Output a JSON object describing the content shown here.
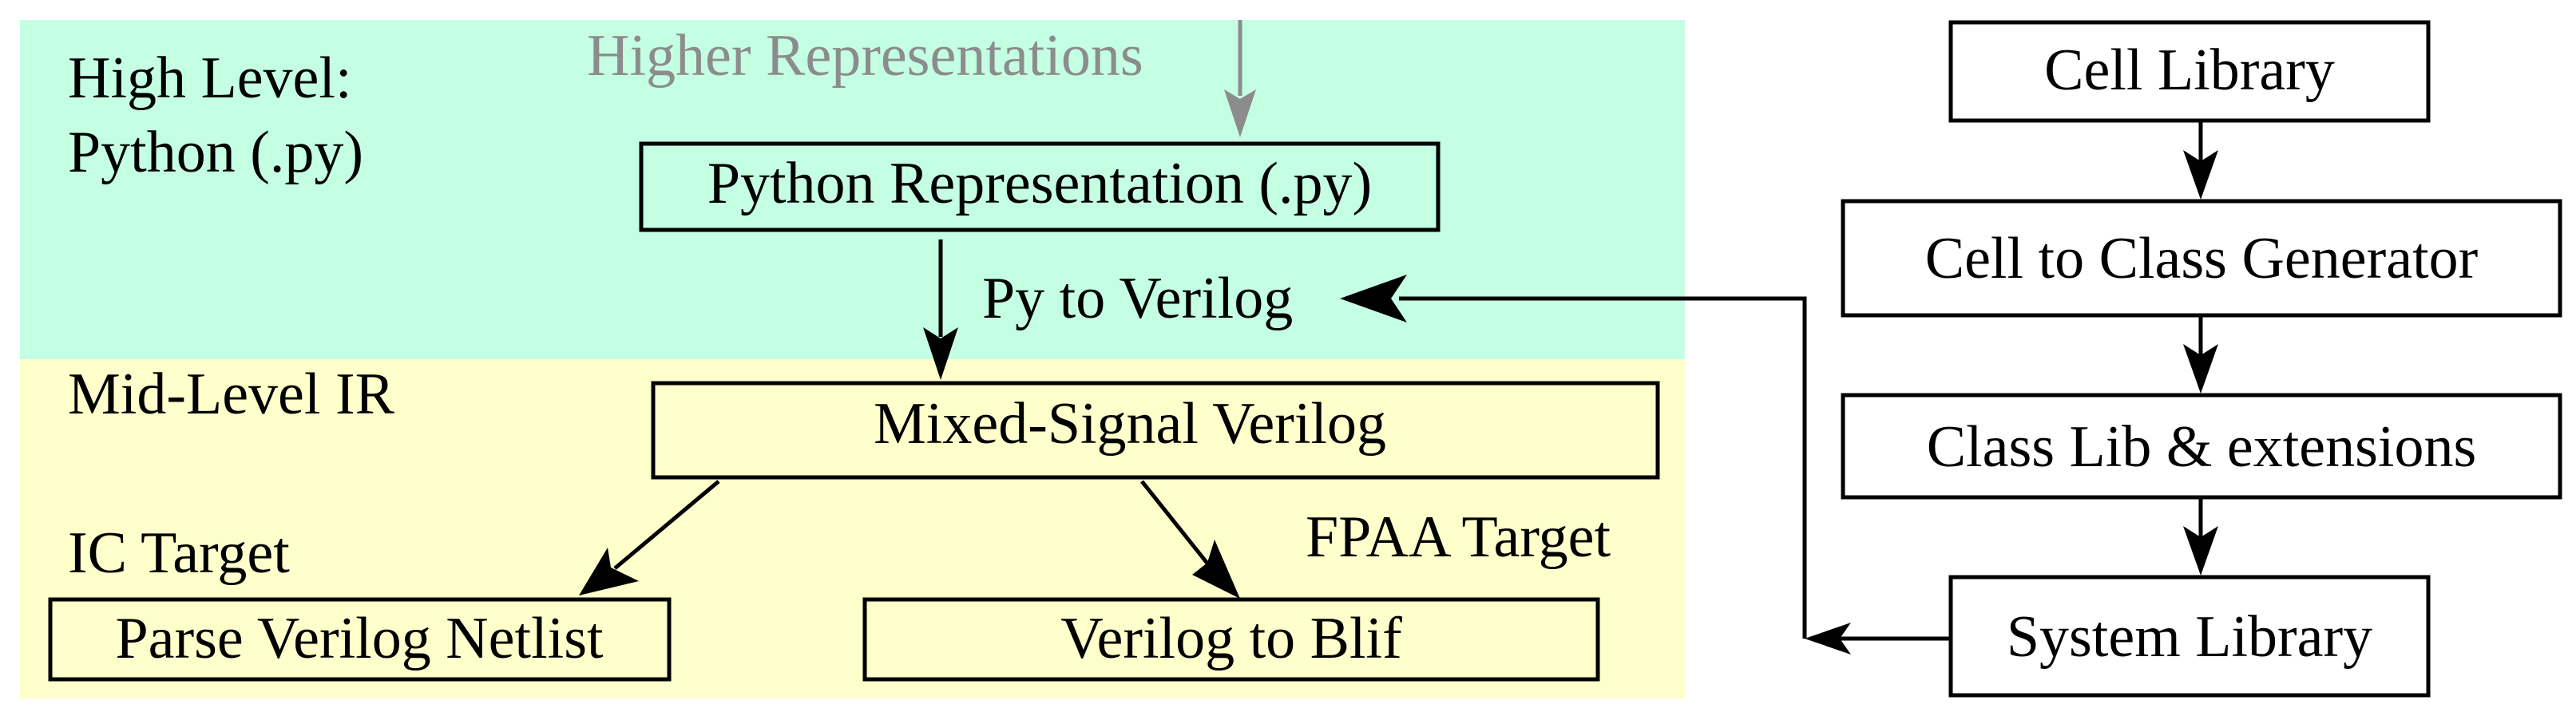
{
  "regions": {
    "high_level": {
      "line1": "High Level:",
      "line2": "Python (.py)",
      "color": "#c4ffe4"
    },
    "mid_level": {
      "title": "Mid-Level IR",
      "color": "#ffffcc"
    }
  },
  "annotations": {
    "higher_representations": "Higher Representations",
    "py_to_verilog": "Py to Verilog",
    "ic_target": "IC Target",
    "fpaa_target": "FPAA Target"
  },
  "nodes": {
    "python_repr": "Python Representation (.py)",
    "mixed_signal_verilog": "Mixed-Signal Verilog",
    "parse_verilog_netlist": "Parse Verilog Netlist",
    "verilog_to_blif": "Verilog to Blif",
    "cell_library": "Cell Library",
    "cell_to_class_generator": "Cell to Class Generator",
    "class_lib_extensions": "Class Lib & extensions",
    "system_library": "System Library"
  },
  "colors": {
    "high_level_bg": "#c4ffe4",
    "mid_level_bg": "#ffffcc",
    "annotation_gray": "#8c8c8c",
    "line": "#000000"
  }
}
